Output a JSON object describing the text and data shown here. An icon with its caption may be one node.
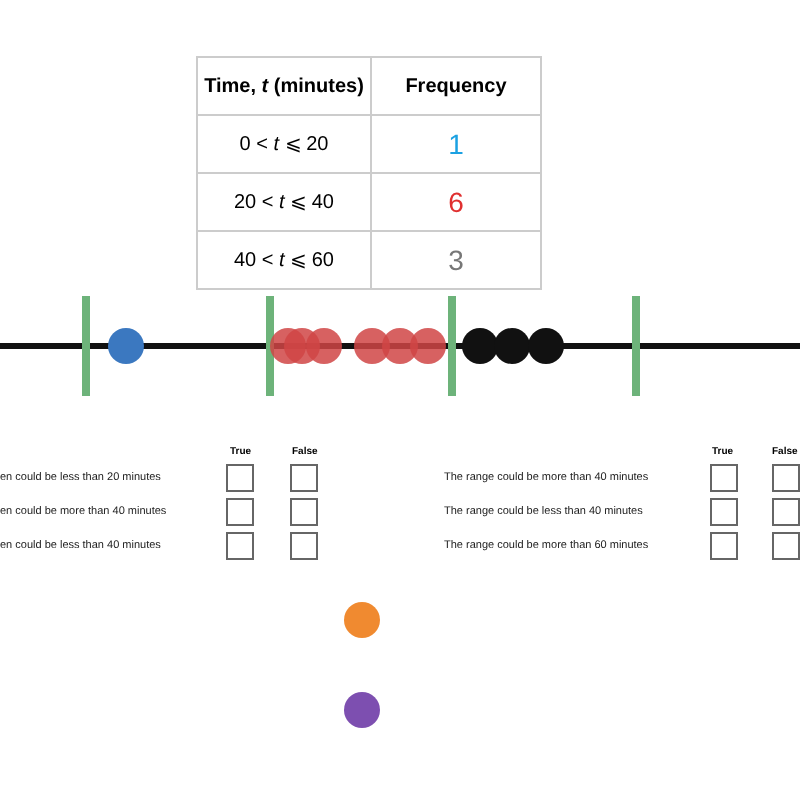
{
  "diagram": {
    "labels": [
      "Time, *t* (minutes)",
      "Frequency",
      "0 < *t* ⩽ 20",
      "1",
      "20 < *t* ⩽ 40",
      "6",
      "40 < *t* ⩽ 60",
      "3",
      "True",
      "False",
      "True",
      "False",
      "en could be less than 20 minutes",
      "The range could be more than 40 minutes",
      "en could be more than 40 minutes",
      "The range could be less than 40 minutes",
      "en could be less than 40 minutes",
      "The range could be more than 60 minutes"
    ]
  }
}
